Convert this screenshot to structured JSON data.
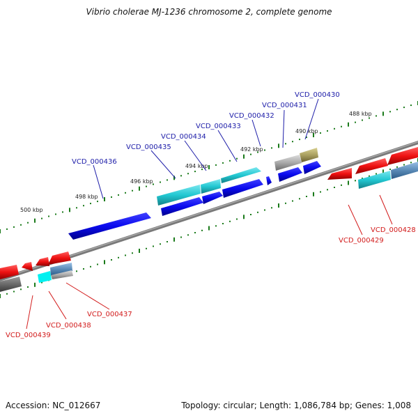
{
  "title": "Vibrio cholerae MJ-1236 chromosome 2, complete genome",
  "accession": "Accession: NC_012667",
  "topology": "Topology: circular; Length: 1,086,784 bp; Genes: 1,008",
  "scale_labels": [
    "488 kbp",
    "490 kbp",
    "492 kbp",
    "494 kbp",
    "496 kbp",
    "498 kbp",
    "500 kbp"
  ],
  "upper_genes": [
    "VCD_000430",
    "VCD_000431",
    "VCD_000432",
    "VCD_000433",
    "VCD_000434",
    "VCD_000435",
    "VCD_000436"
  ],
  "lower_genes": [
    "VCD_000428",
    "VCD_000429",
    "VCD_000437",
    "VCD_000438",
    "VCD_000439"
  ],
  "colors": {
    "forward_cds": "#0a0aee",
    "forward_other": "#22c8d2",
    "reverse_cds": "#ee1111",
    "reverse_other": "#22c8d2",
    "pseudo": "#aaaaaa",
    "olive": "#aaa060",
    "backbone": "#7a7a7a",
    "ticks": "#1a7a1a"
  }
}
